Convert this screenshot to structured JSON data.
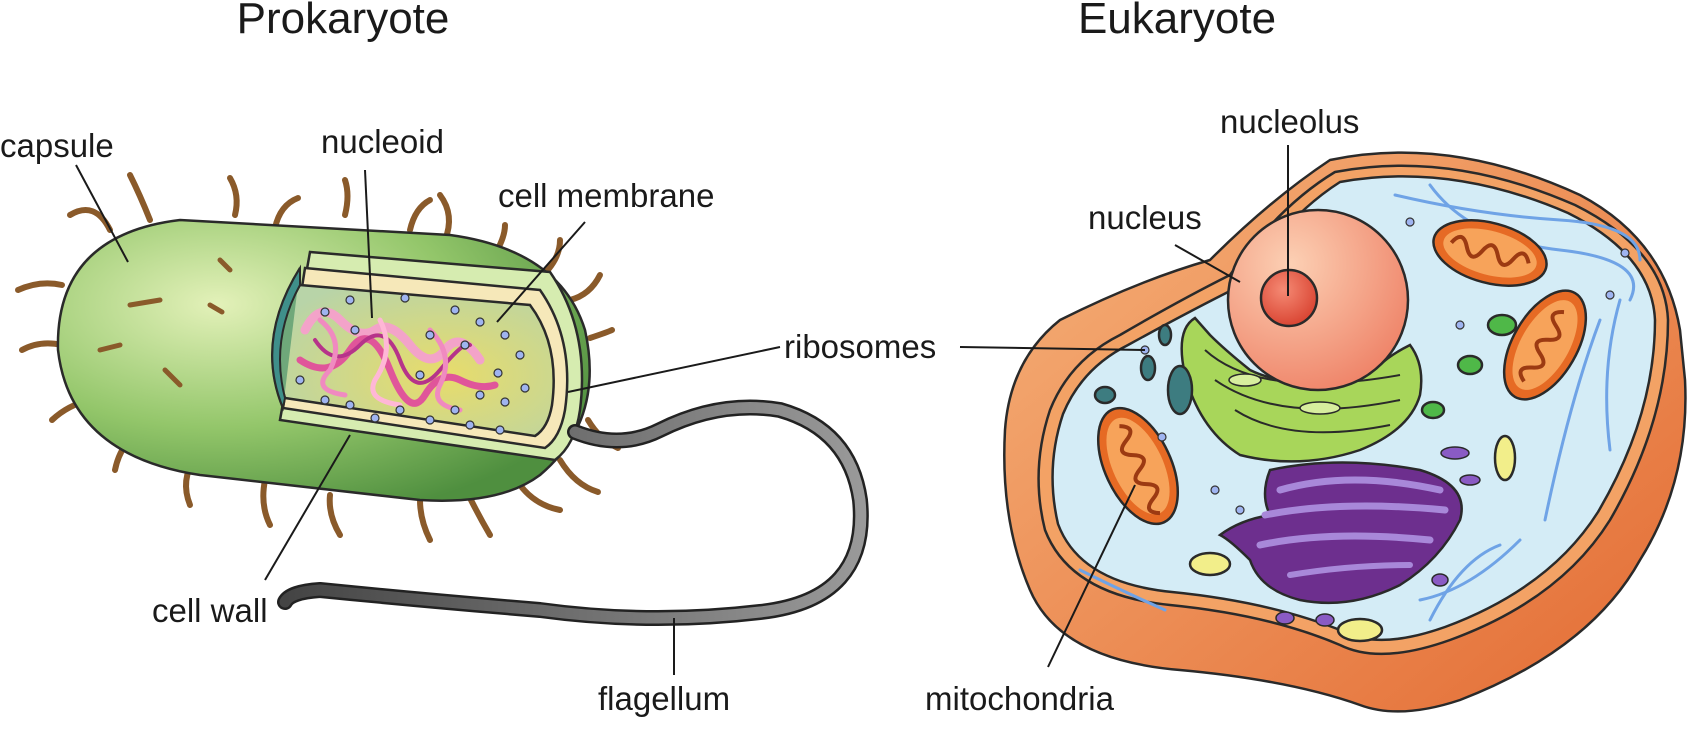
{
  "titles": {
    "prokaryote": "Prokaryote",
    "eukaryote": "Eukaryote"
  },
  "labels": {
    "capsule": "capsule",
    "nucleoid": "nucleoid",
    "cell_membrane": "cell membrane",
    "ribosomes": "ribosomes",
    "cell_wall": "cell wall",
    "flagellum": "flagellum",
    "nucleolus": "nucleolus",
    "nucleus": "nucleus",
    "mitochondria": "mitochondria"
  },
  "colors": {
    "capsule": "#8cc063",
    "cell_wall": "#cfe8a8",
    "membrane": "#f5e6b3",
    "cytoplasm": "#e1d46a",
    "nucleoid": "#e0559a",
    "pili": "#8a5a2a",
    "flagellum": "#555555",
    "euk_outer": "#f29a55",
    "euk_cytoplasm": "#cfe9f5",
    "nucleus": "#f59a7a",
    "nucleolus": "#e4574a",
    "golgi": "#7a3f9e",
    "er": "#a8d65a",
    "mitochondria": "#e8772e"
  }
}
